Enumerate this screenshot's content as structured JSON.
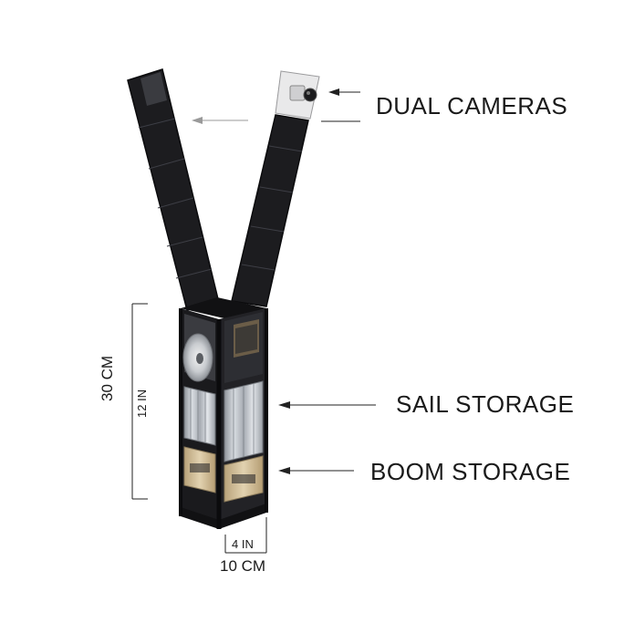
{
  "labels": {
    "dual_cameras": "DUAL CAMERAS",
    "sail_storage": "SAIL STORAGE",
    "boom_storage": "BOOM STORAGE"
  },
  "dimensions": {
    "height_cm": "30 CM",
    "height_in": "12 IN",
    "width_in": "4 IN",
    "width_cm": "10 CM"
  },
  "colors": {
    "panel": "#1c1c1f",
    "panel_cell": "#2a2b31",
    "frame": "#111113",
    "sail_metal": "#b9bdc3",
    "boom_gold": "#c9b38a",
    "line": "#222222"
  }
}
